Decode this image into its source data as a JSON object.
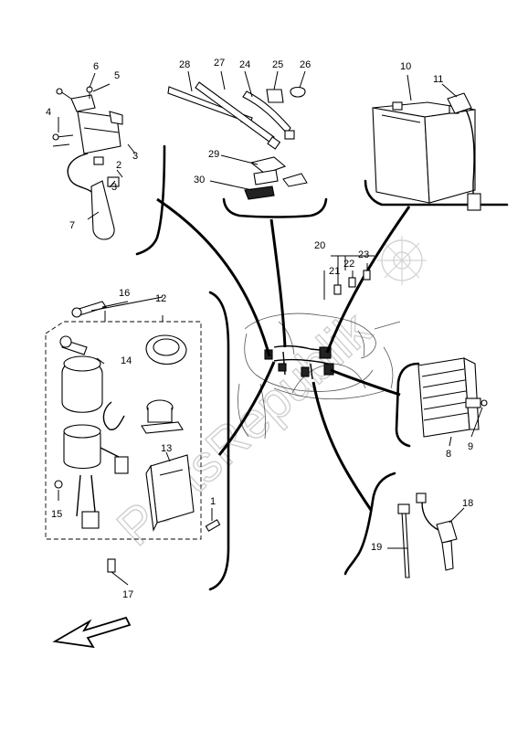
{
  "diagram": {
    "watermark": "PartsRepublik",
    "callouts": [
      "1",
      "2",
      "3",
      "3",
      "4",
      "5",
      "6",
      "7",
      "8",
      "9",
      "10",
      "11",
      "12",
      "13",
      "14",
      "15",
      "16",
      "17",
      "18",
      "19",
      "20",
      "21",
      "22",
      "23",
      "24",
      "25",
      "26",
      "27",
      "28",
      "29",
      "30"
    ]
  }
}
